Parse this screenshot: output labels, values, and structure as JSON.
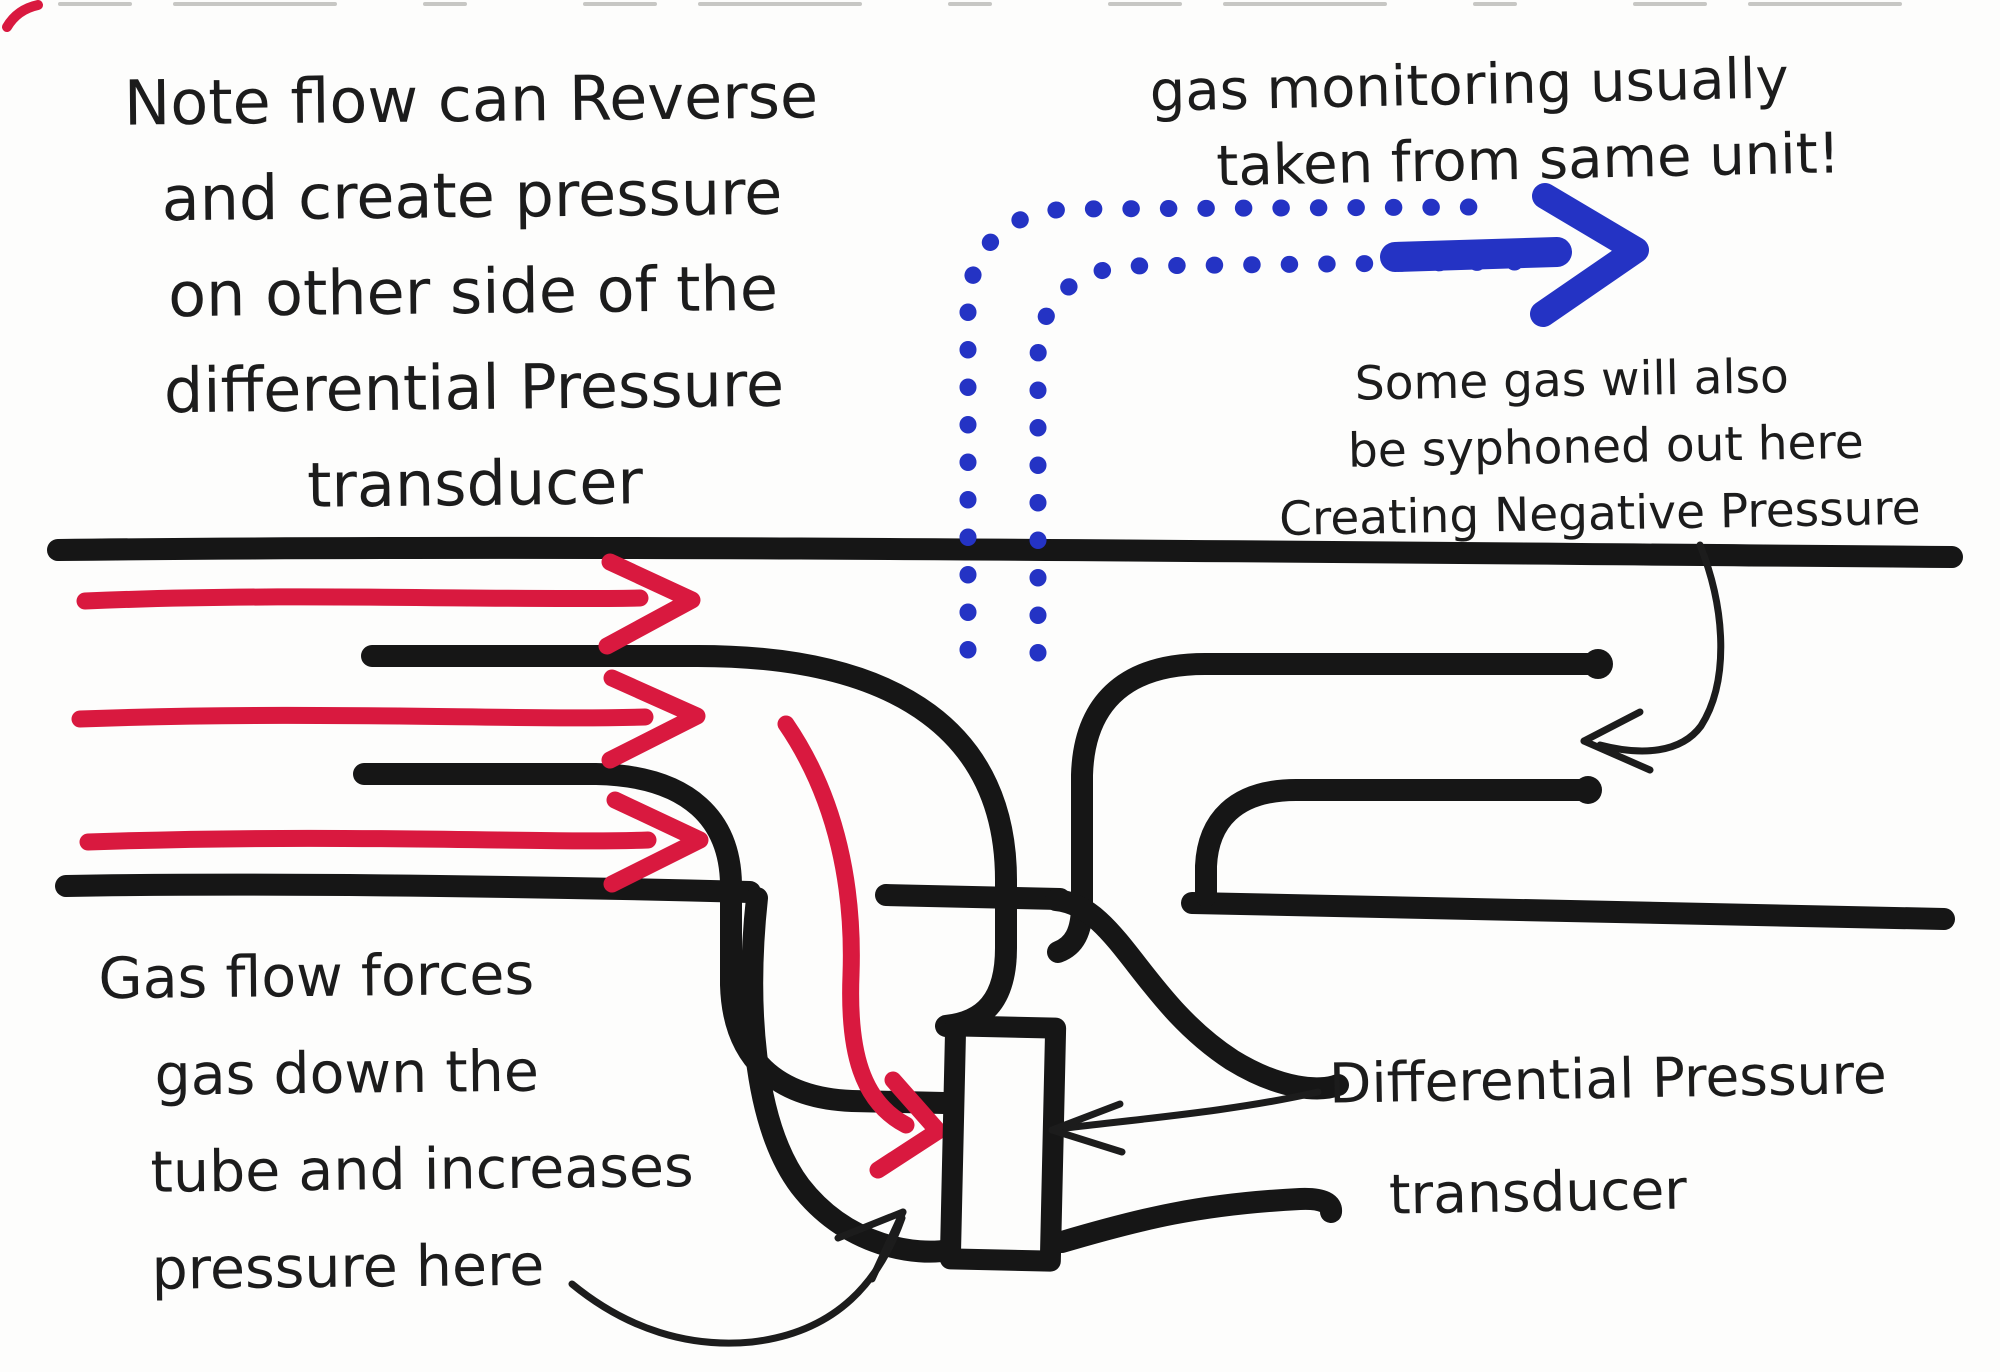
{
  "page": {
    "title": "Hand-drawn differential pressure transducer diagram",
    "background_color": "#fdfdfc",
    "ink_color": "#1c1c1c",
    "flow_arrow_color": "#d9193f",
    "gas_monitoring_color": "#2433c4"
  },
  "notes": {
    "top_left": {
      "lines": [
        "Note flow can Reverse",
        "and create pressure",
        "on other side of the",
        "differential Pressure",
        "transducer"
      ]
    },
    "top_right": {
      "lines": [
        "gas monitoring usually",
        "taken from same unit!"
      ]
    },
    "side_right": {
      "lines": [
        "Some gas will also",
        "be syphoned out here",
        "Creating Negative Pressure"
      ]
    },
    "bottom_left": {
      "lines": [
        "Gas flow forces",
        "gas down the",
        "tube and increases",
        "pressure here"
      ]
    },
    "bottom_right": {
      "lines": [
        "Differential Pressure",
        "transducer"
      ]
    }
  },
  "diagram": {
    "icons": [
      "red-flow-arrow-icon",
      "red-downtube-flow-arrow-icon",
      "blue-dotted-gas-path-icon",
      "blue-flow-arrow-icon",
      "annotation-arrow-icon"
    ],
    "elements": [
      "main-pipe-walls",
      "left-pressure-pickup-tube",
      "right-syphon-tube",
      "transducer-chamber",
      "differential-pressure-transducer"
    ]
  }
}
